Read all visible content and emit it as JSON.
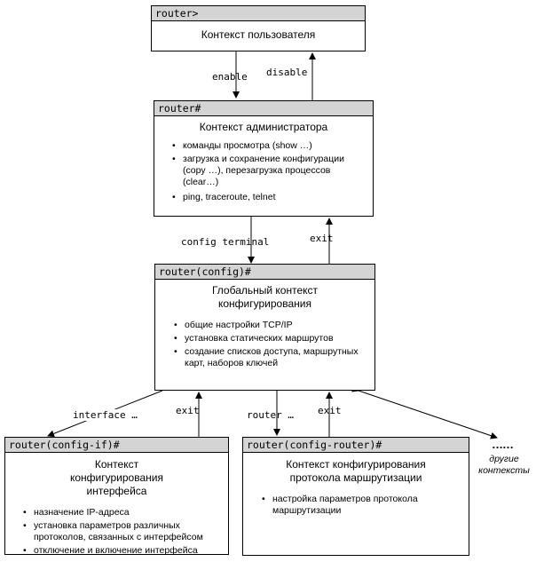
{
  "user_box": {
    "header": "router>",
    "title": "Контекст пользователя"
  },
  "admin_box": {
    "header": "router#",
    "title": "Контекст администратора",
    "items": [
      "команды просмотра (show …)",
      "загрузка и сохранение конфигурации (copy …), перезагрузка процессов (clear…)",
      "ping, traceroute, telnet"
    ]
  },
  "config_box": {
    "header": "router(config)#",
    "title": "Глобальный контекст конфигурирования",
    "items": [
      "общие настройки TCP/IP",
      "установка статических маршрутов",
      "создание списков доступа, маршрутных карт, наборов ключей"
    ]
  },
  "if_box": {
    "header": "router(config-if)#",
    "title": "Контекст конфигурирования интерфейса",
    "items": [
      "назначение IP-адреса",
      "установка параметров различных протоколов, связанных с интерфейсом",
      "отключение и включение интерфейса"
    ]
  },
  "router_box": {
    "header": "router(config-router)#",
    "title": "Контекст конфигурирования протокола маршрутизации",
    "items": [
      "настройка параметров протокола маршрутизации"
    ]
  },
  "labels": {
    "enable": "enable",
    "disable": "disable",
    "config_terminal": "config terminal",
    "exit_admin": "exit",
    "interface": "interface …",
    "exit_if": "exit",
    "router": "router …",
    "exit_router": "exit"
  },
  "other_contexts": {
    "dots": "……",
    "text": "другие контексты"
  }
}
